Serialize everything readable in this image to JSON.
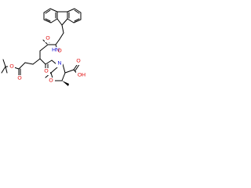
{
  "molecule": {
    "atoms": {
      "amide_nh": "HN",
      "carbamate_o_carbonyl": "O",
      "carbamate_o_ester": "O",
      "tbu_ester_o": "O",
      "tbu_carbonyl_o": "O",
      "glu_carbonyl_o": "O",
      "ring_n": "N",
      "ring_o": "O",
      "acid_o": "O",
      "acid_oh": "OH"
    },
    "colors": {
      "oxygen": "#e00000",
      "nitrogen": "#0000d0",
      "bond": "#000000"
    }
  }
}
